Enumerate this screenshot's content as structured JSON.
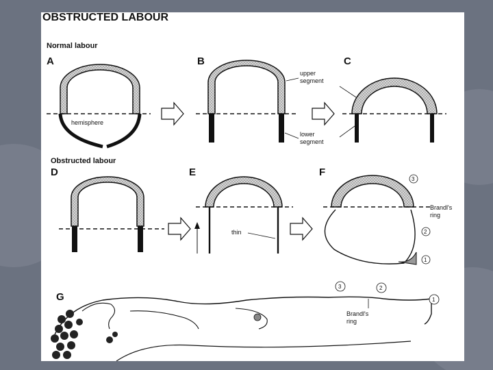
{
  "title": "OBSTRUCTED LABOUR",
  "normal_heading": "Normal labour",
  "obstructed_heading": "Obstructed labour",
  "panels": {
    "a": "A",
    "b": "B",
    "c": "C",
    "d": "D",
    "e": "E",
    "f": "F",
    "g": "G"
  },
  "labels": {
    "hemisphere": "hemisphere",
    "upper_segment_1": "upper",
    "upper_segment_2": "segment",
    "lower_segment_1": "lower",
    "lower_segment_2": "segment",
    "thin": "thin",
    "brandls_ring_f_1": "Brandl's",
    "brandls_ring_f_2": "ring",
    "brandls_ring_g_1": "Brandl's",
    "brandls_ring_g_2": "ring"
  },
  "markers": {
    "f_3": "3",
    "f_2": "2",
    "f_1": "1",
    "g_3": "3",
    "g_2": "2",
    "g_1": "1"
  },
  "colors": {
    "background": "#6b7280",
    "slide": "#ffffff",
    "ink": "#111111",
    "stipple": "#c8c8c8"
  }
}
